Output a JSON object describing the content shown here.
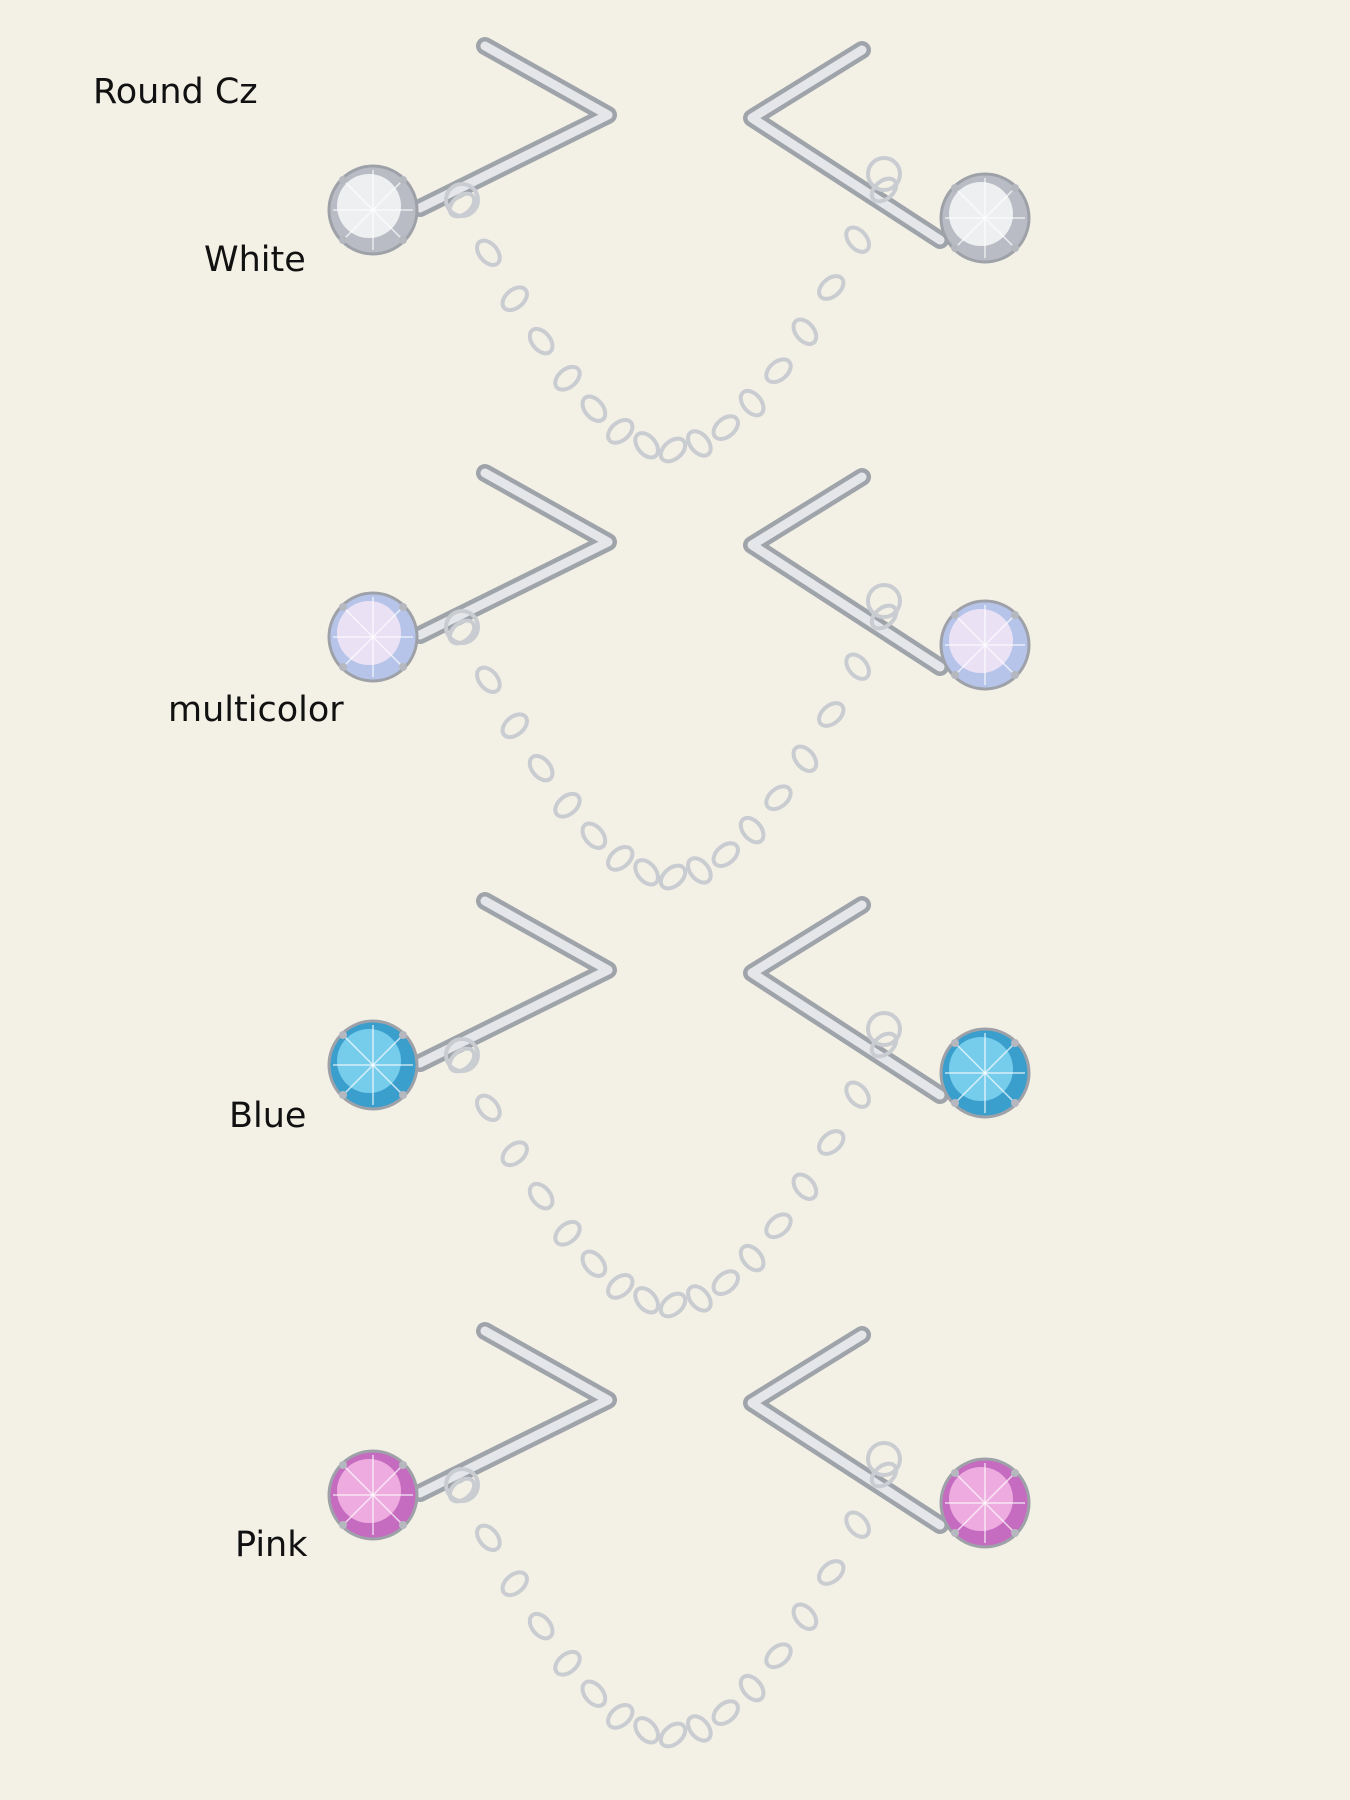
{
  "title": "Round Cz",
  "variants": [
    {
      "label": "White",
      "gem_color": "#f4f4f6",
      "gem_shade": "#b9bcc4"
    },
    {
      "label": "multicolor",
      "gem_color": "#efe4f6",
      "gem_shade": "#b6c4ea"
    },
    {
      "label": "Blue",
      "gem_color": "#7cd0ee",
      "gem_shade": "#3a9fcc"
    },
    {
      "label": "Pink",
      "gem_color": "#f2b2e2",
      "gem_shade": "#c56cc0"
    }
  ],
  "colors": {
    "background": "#f3f1e6",
    "metal": "#c9ccd1"
  }
}
